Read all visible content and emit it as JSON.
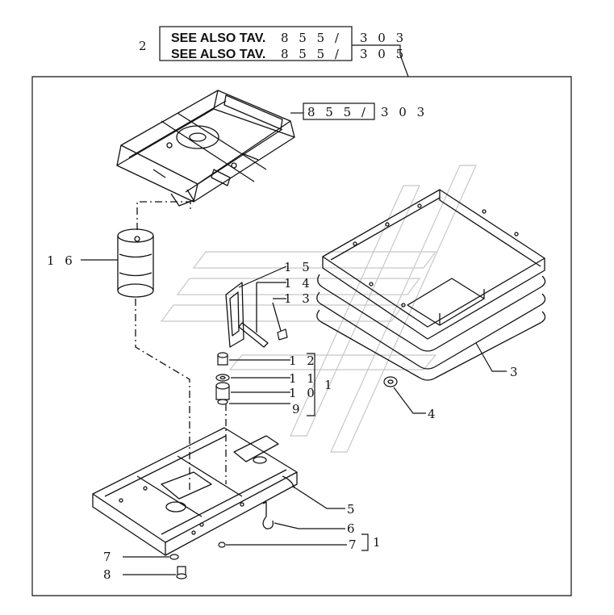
{
  "header": {
    "ref_number": "2",
    "refs": [
      {
        "label": "SEE ALSO TAV.",
        "group": "8 5 5 /",
        "page": "3   0 3"
      },
      {
        "label": "SEE ALSO TAV.",
        "group": "8 5 5 /",
        "page": "3   0 5"
      }
    ]
  },
  "top_assembly_ref": {
    "group": "8 5 5 /",
    "page": "3   0 3"
  },
  "callouts": {
    "c16": "1 6",
    "c15": "1 5",
    "c14": "1 4",
    "c13": "1 3",
    "c12": "1 2",
    "c11": "1 1",
    "c10": "1 0",
    "c9": "9",
    "bracket_main": "1",
    "c3": "3",
    "c4": "4",
    "c5": "5",
    "c6": "6",
    "c7_right": "7",
    "bracket_lower": "1",
    "c7_left": "7",
    "c8": "8"
  }
}
